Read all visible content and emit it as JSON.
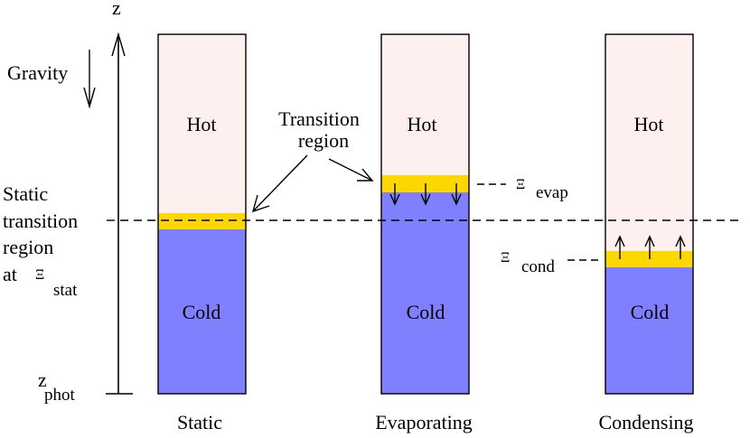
{
  "axis": {
    "top_label": "z",
    "bottom_label_main": "z",
    "bottom_label_sub": "phot"
  },
  "gravity": {
    "label": "Gravity"
  },
  "static_note": {
    "line1": "Static",
    "line2": "transition",
    "line3": "region",
    "line4": "at",
    "symbol": "Ξ",
    "symbol_sub": "stat"
  },
  "transition_callout": {
    "line1": "Transition",
    "line2": "region"
  },
  "columns": [
    {
      "hot_label": "Hot",
      "cold_label": "Cold",
      "caption": "Static"
    },
    {
      "hot_label": "Hot",
      "cold_label": "Cold",
      "caption": "Evaporating"
    },
    {
      "hot_label": "Hot",
      "cold_label": "Cold",
      "caption": "Condensing"
    }
  ],
  "evap_marker": {
    "symbol": "Ξ",
    "sub": "evap"
  },
  "cond_marker": {
    "symbol": "Ξ",
    "sub": "cond"
  },
  "colors": {
    "hot": "#fdf0ee",
    "cold": "#8080ff",
    "transition": "#ffd700",
    "line": "#000000"
  }
}
